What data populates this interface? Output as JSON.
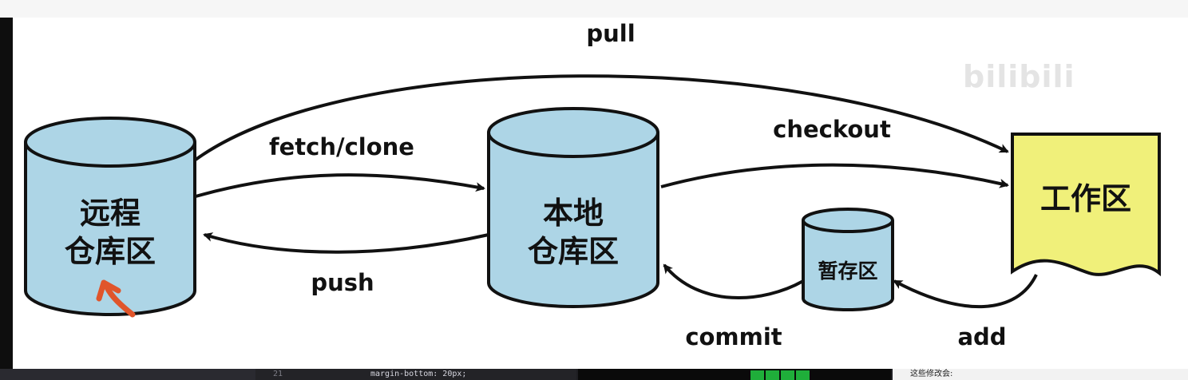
{
  "diagram": {
    "nodes": {
      "remote": {
        "line1": "远程",
        "line2": "仓库区"
      },
      "local": {
        "line1": "本地",
        "line2": "仓库区"
      },
      "staging": {
        "label": "暂存区"
      },
      "workspace": {
        "label": "工作区"
      }
    },
    "edges": {
      "pull": "pull",
      "fetch_clone": "fetch/clone",
      "push": "push",
      "checkout": "checkout",
      "commit": "commit",
      "add": "add"
    },
    "colors": {
      "cylinder_fill": "#add5e6",
      "document_fill": "#f0f07a",
      "stroke": "#111111",
      "marker": "#e0552b"
    }
  },
  "watermark": "bilibili",
  "editor_strip": {
    "line_number": "21",
    "code_text": "margin-bottom: 20px;",
    "note_text": "这些修改会:"
  }
}
